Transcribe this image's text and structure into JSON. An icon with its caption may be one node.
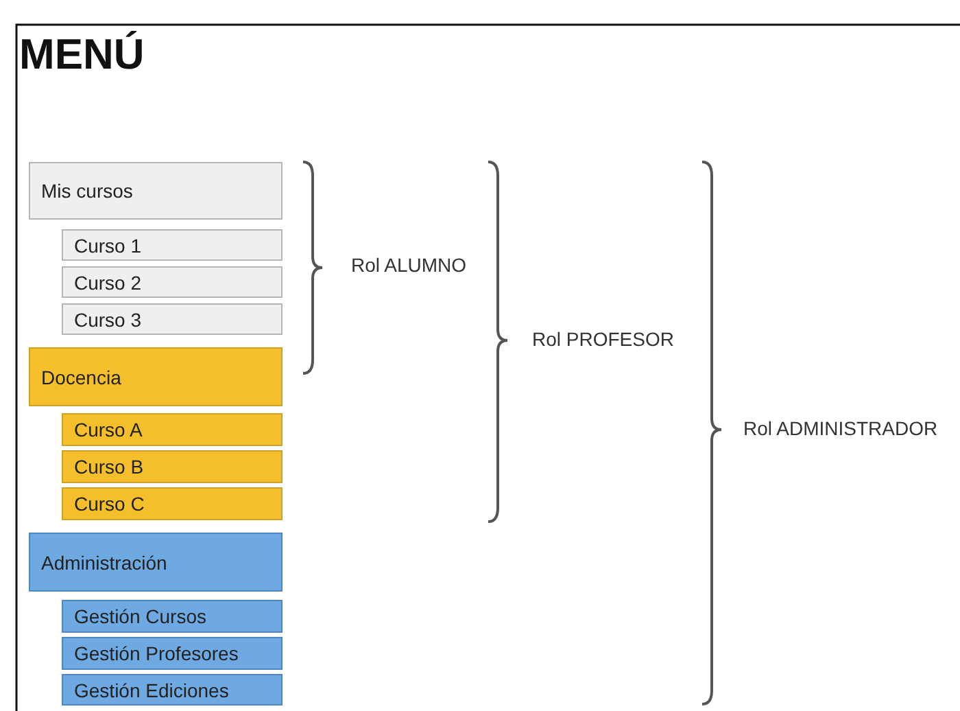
{
  "diagram": {
    "title": "MENÚ",
    "nodes": [
      {
        "text": [
          "Mis cursos"
        ]
      },
      {
        "text": [
          "Curso 1"
        ]
      },
      {
        "text": [
          "Curso 2"
        ]
      },
      {
        "text": [
          "Curso 3"
        ]
      },
      {
        "text": [
          "Docencia"
        ]
      },
      {
        "text": [
          "Curso A"
        ]
      },
      {
        "text": [
          "Curso B"
        ]
      },
      {
        "text": [
          "Curso C"
        ]
      },
      {
        "text": [
          "Administración"
        ]
      },
      {
        "text": [
          "Gestión Cursos"
        ]
      },
      {
        "text": [
          "Gestión Profesores"
        ]
      },
      {
        "text": [
          "Gestión Ediciones"
        ]
      }
    ],
    "labels": [
      "Rol ALUMNO",
      "Rol PROFESOR",
      "Rol ADMINISTRADOR"
    ]
  }
}
